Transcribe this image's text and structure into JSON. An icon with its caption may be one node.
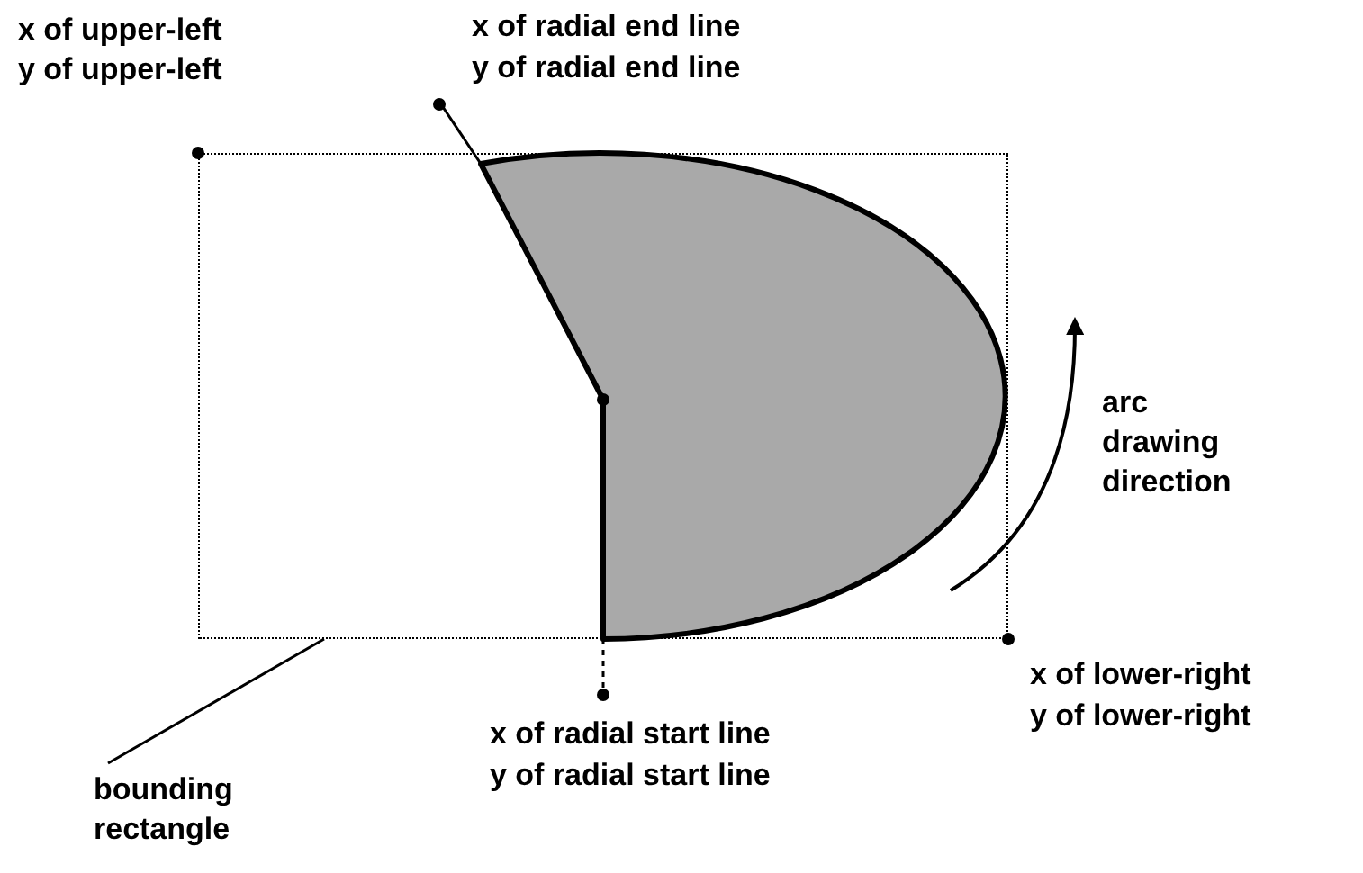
{
  "diagram": {
    "nodes": [
      {
        "text": [],
        "shape": "box"
      },
      {
        "text": [
          "bounding rectangle"
        ]
      }
    ],
    "edges": [
      {
        "from": 1,
        "to": 0,
        "arrow": "none"
      }
    ],
    "labels": [
      "x of upper-left",
      "y of upper-left",
      "x of radial end line",
      "y of radial end line",
      "arc drawing direction",
      "x of lower-right",
      "y of lower-right",
      "x of radial start line",
      "y of radial start line"
    ]
  }
}
